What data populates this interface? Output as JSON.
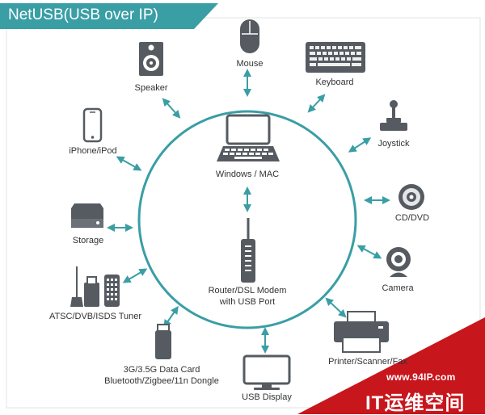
{
  "title": "NetUSB(USB over IP)",
  "center": {
    "computer_label": "Windows / MAC",
    "router_label_line1": "Router/DSL Modem",
    "router_label_line2": "with USB Port"
  },
  "devices": {
    "mouse": "Mouse",
    "keyboard": "Keyboard",
    "speaker": "Speaker",
    "joystick": "Joystick",
    "iphone": "iPhone/iPod",
    "cddvd": "CD/DVD",
    "storage": "Storage",
    "camera": "Camera",
    "tuner": "ATSC/DVB/ISDS Tuner",
    "printer": "Printer/Scanner/Fax",
    "datacard_line1": "3G/3.5G Data Card",
    "datacard_line2": "Bluetooth/Zigbee/11n Dongle",
    "display": "USB Display"
  },
  "watermark": {
    "url": "www.94IP.com",
    "name": "IT运维空间"
  },
  "colors": {
    "accent": "#3a9ea5",
    "icon": "#555b60",
    "watermark": "#c8161d"
  }
}
